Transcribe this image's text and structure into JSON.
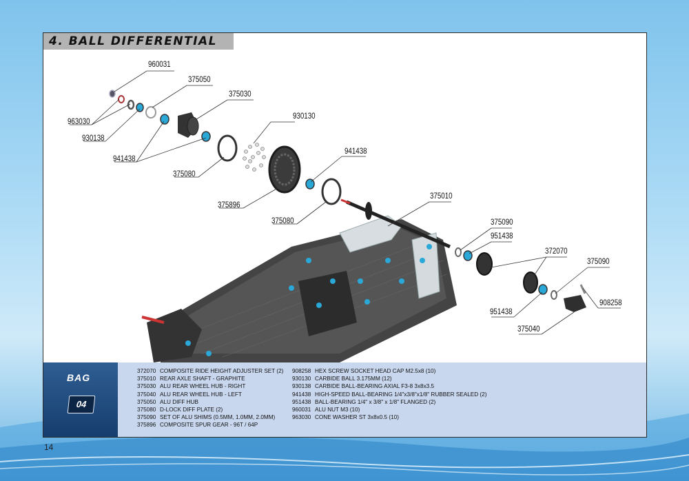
{
  "section_title": "4. BALL DIFFERENTIAL",
  "page_number": "14",
  "bag": {
    "label": "BAG",
    "number": "04"
  },
  "callouts": [
    {
      "id": "c1",
      "text": "960031"
    },
    {
      "id": "c2",
      "text": "375050"
    },
    {
      "id": "c3",
      "text": "375030"
    },
    {
      "id": "c4",
      "text": "963030"
    },
    {
      "id": "c5",
      "text": "930138"
    },
    {
      "id": "c6",
      "text": "930130"
    },
    {
      "id": "c7",
      "text": "941438"
    },
    {
      "id": "c8",
      "text": "941438"
    },
    {
      "id": "c9",
      "text": "375080"
    },
    {
      "id": "c10",
      "text": "375896"
    },
    {
      "id": "c11",
      "text": "375080"
    },
    {
      "id": "c12",
      "text": "375010"
    },
    {
      "id": "c13",
      "text": "375090"
    },
    {
      "id": "c14",
      "text": "951438"
    },
    {
      "id": "c15",
      "text": "372070"
    },
    {
      "id": "c16",
      "text": "375090"
    },
    {
      "id": "c17",
      "text": "908258"
    },
    {
      "id": "c18",
      "text": "951438"
    },
    {
      "id": "c19",
      "text": "375040"
    }
  ],
  "parts_left": [
    {
      "pn": "372070",
      "desc": "COMPOSITE RIDE HEIGHT ADJUSTER SET (2)"
    },
    {
      "pn": "375010",
      "desc": "REAR AXLE SHAFT - GRAPHITE"
    },
    {
      "pn": "375030",
      "desc": "ALU REAR WHEEL HUB - RIGHT"
    },
    {
      "pn": "375040",
      "desc": "ALU REAR WHEEL HUB - LEFT"
    },
    {
      "pn": "375050",
      "desc": "ALU DIFF HUB"
    },
    {
      "pn": "375080",
      "desc": "D-LOCK DIFF PLATE (2)"
    },
    {
      "pn": "375090",
      "desc": "SET OF ALU SHIMS (0.5MM, 1.0MM, 2.0MM)"
    },
    {
      "pn": "375896",
      "desc": "COMPOSITE SPUR GEAR - 96T / 64P"
    }
  ],
  "parts_right": [
    {
      "pn": "908258",
      "desc": "HEX SCREW SOCKET HEAD CAP M2.5x8  (10)"
    },
    {
      "pn": "930130",
      "desc": "CARBIDE BALL 3.175MM  (12)"
    },
    {
      "pn": "930138",
      "desc": "CARBIDE BALL-BEARING AXIAL F3-8 3x8x3.5"
    },
    {
      "pn": "941438",
      "desc": "HIGH-SPEED BALL-BEARING 1/4\"x3/8\"x1/8\"  RUBBER SEALED (2)"
    },
    {
      "pn": "951438",
      "desc": "BALL-BEARING 1/4\" x 3/8\" x 1/8\" FLANGED  (2)"
    },
    {
      "pn": "960031",
      "desc": "ALU NUT M3  (10)"
    },
    {
      "pn": "963030",
      "desc": "CONE WASHER ST 3x8x0.5  (10)"
    }
  ],
  "colors": {
    "accent_blue": "#2aa8d8",
    "chassis": "#3a3a3a",
    "bag_panel": "#1e4a80",
    "band": "#c9d7ee",
    "title_bar": "#b3b3b3"
  }
}
